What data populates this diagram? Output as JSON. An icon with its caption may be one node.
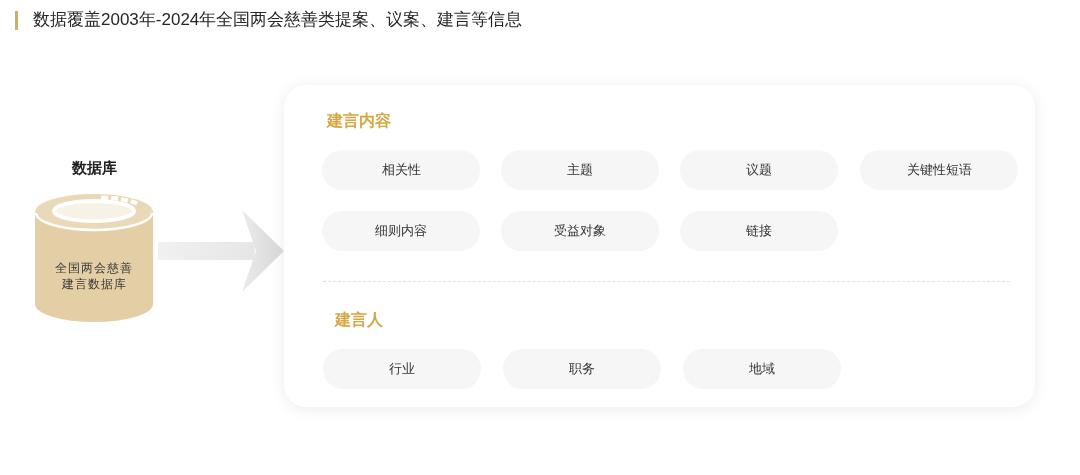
{
  "diagram": {
    "title": "数据覆盖2003年-2024年全国两会慈善类提案、议案、建言等信息",
    "nodes": [
      {
        "text": [
          "数据库",
          "全国两会慈善建言数据库"
        ]
      },
      {
        "text": [],
        "shape": "box"
      },
      {
        "text": [
          "建言内容"
        ],
        "in": 1
      },
      {
        "text": [
          "相关性"
        ],
        "in": 2
      },
      {
        "text": [
          "主题"
        ],
        "in": 2
      },
      {
        "text": [
          "议题"
        ],
        "in": 2
      },
      {
        "text": [
          "关键性短语"
        ],
        "in": 2
      },
      {
        "text": [
          "细则内容"
        ],
        "in": 2
      },
      {
        "text": [
          "受益对象"
        ],
        "in": 2
      },
      {
        "text": [
          "链接"
        ],
        "in": 2
      },
      {
        "text": [
          "建言人"
        ],
        "in": 1
      },
      {
        "text": [
          "行业"
        ],
        "in": 10
      },
      {
        "text": [
          "职务"
        ],
        "in": 10
      },
      {
        "text": [
          "地域"
        ],
        "in": 10
      }
    ],
    "edges": [
      {
        "from": 0,
        "to": 1,
        "arrow": "to"
      }
    ]
  }
}
